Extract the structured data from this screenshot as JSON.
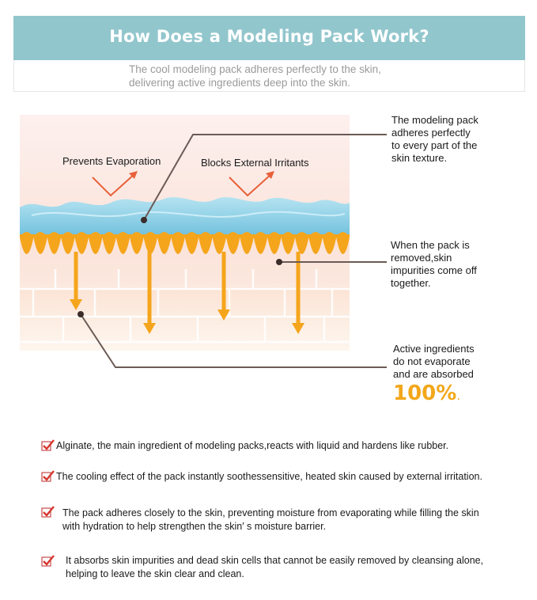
{
  "header": {
    "title": "How Does a Modeling Pack Work?",
    "subtitle_lines": [
      "The cool modeling pack adheres perfectly to the skin,",
      "delivering active ingredients deep into the skin."
    ]
  },
  "diagram": {
    "labels": {
      "prevents_evaporation": "Prevents Evaporation",
      "blocks_irritants": "Blocks External Irritants"
    },
    "callouts": [
      {
        "lines": [
          "The modeling pack",
          "adheres perfectly",
          "to every part of the",
          "skin texture."
        ]
      },
      {
        "lines": [
          "When the pack is",
          "removed,skin",
          "impurities come off",
          "together."
        ]
      },
      {
        "lines": [
          "Active ingredients",
          "do not evaporate",
          "and are absorbed"
        ]
      }
    ],
    "percent": "100%",
    "percent_suffix": ".",
    "colors": {
      "pack_blue": "#8ccfe6",
      "orange": "#f5a51c",
      "arrow_red": "#e8603a",
      "skin": "#fbe7e0"
    }
  },
  "bullets": [
    {
      "lines": [
        "Alginate, the main ingredient of modeling packs,reacts with liquid and hardens like rubber."
      ]
    },
    {
      "lines": [
        "The cooling effect of the pack instantly soothessensitive, heated skin caused by external irritation."
      ]
    },
    {
      "lines": [
        "The pack adheres closely to the skin, preventing moisture from evaporating while filling the skin",
        "with hydration to help strengthen the skin′ s moisture barrier."
      ]
    },
    {
      "lines": [
        "It absorbs skin impurities and dead skin cells that cannot be easily removed by cleansing alone,",
        "helping to leave the skin clear and clean."
      ]
    }
  ],
  "icons": {
    "bullet": "checkbox-check-icon"
  }
}
